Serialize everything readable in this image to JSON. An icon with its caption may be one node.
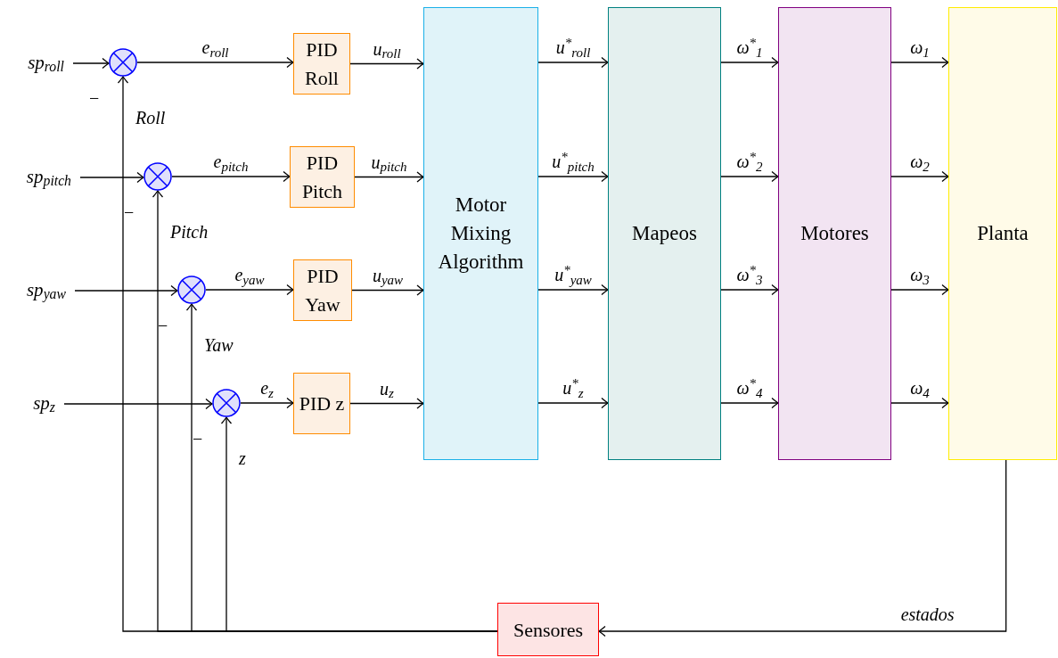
{
  "diagram": {
    "nodes": [
      {
        "text": [
          "sp$_{roll}$"
        ]
      },
      {
        "text": [
          "sp$_{pitch}$"
        ]
      },
      {
        "text": [
          "sp$_{yaw}$"
        ]
      },
      {
        "text": [
          "sp$_{z}$"
        ]
      },
      {
        "text": [],
        "shape": "circle",
        "beside": [
          "−"
        ]
      },
      {
        "text": [],
        "shape": "circle",
        "beside": [
          "−"
        ]
      },
      {
        "text": [],
        "shape": "circle",
        "beside": [
          "−"
        ]
      },
      {
        "text": [],
        "shape": "circle",
        "beside": [
          "−"
        ]
      },
      {
        "text": [
          "PID Roll"
        ]
      },
      {
        "text": [
          "PID Pitch"
        ]
      },
      {
        "text": [
          "PID Yaw"
        ]
      },
      {
        "text": [
          "PID z"
        ]
      },
      {
        "text": [
          "Motor Mixing Algorithm"
        ]
      },
      {
        "text": [
          "Mapeos"
        ]
      },
      {
        "text": [
          "Motores"
        ]
      },
      {
        "text": [
          "Planta"
        ]
      },
      {
        "text": [
          "Sensores"
        ]
      }
    ],
    "edges": [
      {
        "from": 0,
        "to": 4,
        "arrow": "to"
      },
      {
        "from": 1,
        "to": 5,
        "arrow": "to"
      },
      {
        "from": 2,
        "to": 6,
        "arrow": "to"
      },
      {
        "from": 3,
        "to": 7,
        "arrow": "to"
      },
      {
        "from": 4,
        "to": 8,
        "arrow": "to",
        "label": "e$_{roll}$"
      },
      {
        "from": 5,
        "to": 9,
        "arrow": "to",
        "label": "e$_{pitch}$"
      },
      {
        "from": 6,
        "to": 10,
        "arrow": "to",
        "label": "e$_{yaw}$"
      },
      {
        "from": 7,
        "to": 11,
        "arrow": "to",
        "label": "e$_{z}$"
      },
      {
        "from": 8,
        "to": 12,
        "arrow": "to",
        "label": "u$_{roll}$"
      },
      {
        "from": 9,
        "to": 12,
        "arrow": "to",
        "label": "u$_{pitch}$"
      },
      {
        "from": 10,
        "to": 12,
        "arrow": "to",
        "label": "u$_{yaw}$"
      },
      {
        "from": 11,
        "to": 12,
        "arrow": "to",
        "label": "u$_{z}$"
      },
      {
        "from": 12,
        "to": 13,
        "arrow": "to",
        "label": "u$^{*}$$_{roll}$"
      },
      {
        "from": 12,
        "to": 13,
        "arrow": "to",
        "label": "u$^{*}$$_{pitch}$"
      },
      {
        "from": 12,
        "to": 13,
        "arrow": "to",
        "label": "u$^{*}$$_{yaw}$"
      },
      {
        "from": 12,
        "to": 13,
        "arrow": "to",
        "label": "u$^{*}$$_{z}$"
      },
      {
        "from": 13,
        "to": 14,
        "arrow": "to",
        "label": "ω$^{*}$$_{1}$"
      },
      {
        "from": 13,
        "to": 14,
        "arrow": "to",
        "label": "ω$^{*}$$_{2}$"
      },
      {
        "from": 13,
        "to": 14,
        "arrow": "to",
        "label": "ω$^{*}$$_{3}$"
      },
      {
        "from": 13,
        "to": 14,
        "arrow": "to",
        "label": "ω$^{*}$$_{4}$"
      },
      {
        "from": 14,
        "to": 15,
        "arrow": "to",
        "label": "ω$_{1}$"
      },
      {
        "from": 14,
        "to": 15,
        "arrow": "to",
        "label": "ω$_{2}$"
      },
      {
        "from": 14,
        "to": 15,
        "arrow": "to",
        "label": "ω$_{3}$"
      },
      {
        "from": 14,
        "to": 15,
        "arrow": "to",
        "label": "ω$_{4}$"
      },
      {
        "from": 15,
        "to": 16,
        "arrow": "to",
        "label": "estados"
      },
      {
        "from": 16,
        "to": 4,
        "arrow": "to",
        "label": "Roll"
      },
      {
        "from": 16,
        "to": 5,
        "arrow": "to",
        "label": "Pitch"
      },
      {
        "from": 16,
        "to": 6,
        "arrow": "to",
        "label": "Yaw"
      },
      {
        "from": 16,
        "to": 7,
        "arrow": "to",
        "label": "z"
      }
    ]
  }
}
